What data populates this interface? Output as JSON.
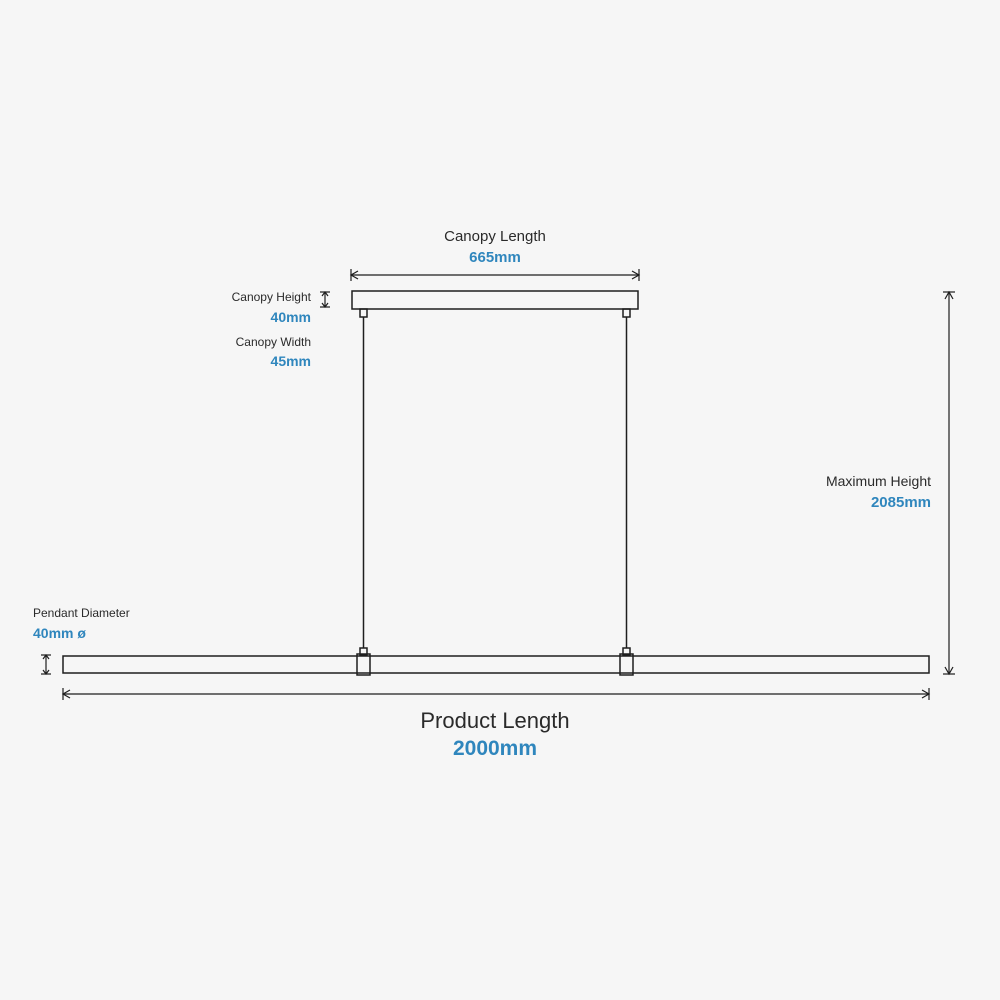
{
  "colors": {
    "background": "#f6f6f6",
    "line": "#1e1e1e",
    "value": "#2f86bd",
    "label": "#2a2a2a"
  },
  "dimensions": {
    "canopy_length": {
      "label": "Canopy Length",
      "value": "665mm"
    },
    "canopy_height": {
      "label": "Canopy Height",
      "value": "40mm"
    },
    "canopy_width": {
      "label": "Canopy Width",
      "value": "45mm"
    },
    "maximum_height": {
      "label": "Maximum Height",
      "value": "2085mm"
    },
    "pendant_diameter": {
      "label": "Pendant Diameter",
      "value": "40mm ø"
    },
    "product_length": {
      "label": "Product Length",
      "value": "2000mm"
    }
  }
}
